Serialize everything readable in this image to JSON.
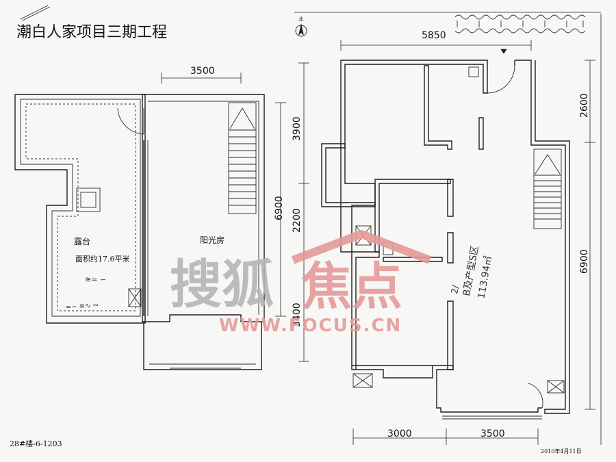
{
  "title": "潮白人家项目三期工程",
  "north_label": "北",
  "dimensions": {
    "left_top": "3500",
    "left_vertical": "6900",
    "mid_vertical_top": "3900",
    "mid_vertical_middle": "2200",
    "mid_vertical_bottom": "3400",
    "right_top": "5850",
    "right_vertical_top": "2600",
    "right_vertical_bottom": "6900",
    "bottom_left": "3000",
    "bottom_right": "3500"
  },
  "rooms": {
    "terrace": "露台",
    "terrace_area": "面积约17.6平米",
    "sunroom": "阳光房"
  },
  "handwritten": {
    "line1": "2/",
    "line2": "B及产型S区",
    "line3": "113.94㎡"
  },
  "watermark": {
    "cn_part1": "搜狐",
    "cn_part2": "焦点",
    "url": "WWW.FOCUS.CN"
  },
  "footer": {
    "unit_code": "28#楼-6-1203",
    "date": "2010年4月11日"
  },
  "colors": {
    "line": "#1e1e1e",
    "watermark_gray": "#b5b5b5",
    "watermark_red": "#e59a9a"
  }
}
